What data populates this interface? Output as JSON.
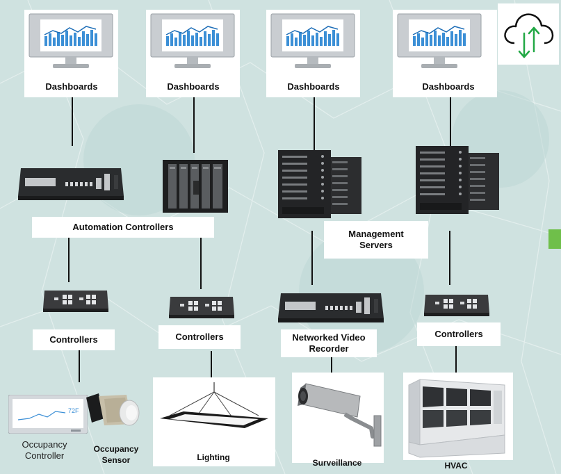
{
  "labels": {
    "dashboards_1": "Dashboards",
    "dashboards_2": "Dashboards",
    "dashboards_3": "Dashboards",
    "dashboards_4": "Dashboards",
    "automation_controllers": "Automation Controllers",
    "management_servers": "Management Servers",
    "controllers_1": "Controllers",
    "controllers_2": "Controllers",
    "controllers_3": "Controllers",
    "networked_video_recorder": "Networked Video Recorder",
    "occupancy_controller": "Occupancy Controller",
    "occupancy_sensor": "Occupancy Sensor",
    "lighting": "Lighting",
    "surveillance": "Surveillance",
    "hvac": "HVAC"
  },
  "thermostat_readout": "72F",
  "colors": {
    "background": "#cfe2e0",
    "connector": "#111111",
    "cloud_arrow_green": "#22a845",
    "chart_blue": "#3b8fd6"
  },
  "icons": [
    "monitor-icon",
    "cloud-sync-icon",
    "automation-controller-device",
    "plc-rack-device",
    "server-rack-device",
    "controller-box-device",
    "video-recorder-device",
    "thermostat-device",
    "occupancy-sensor-device",
    "pendant-light-fixture",
    "security-camera",
    "hvac-chiller-unit"
  ]
}
